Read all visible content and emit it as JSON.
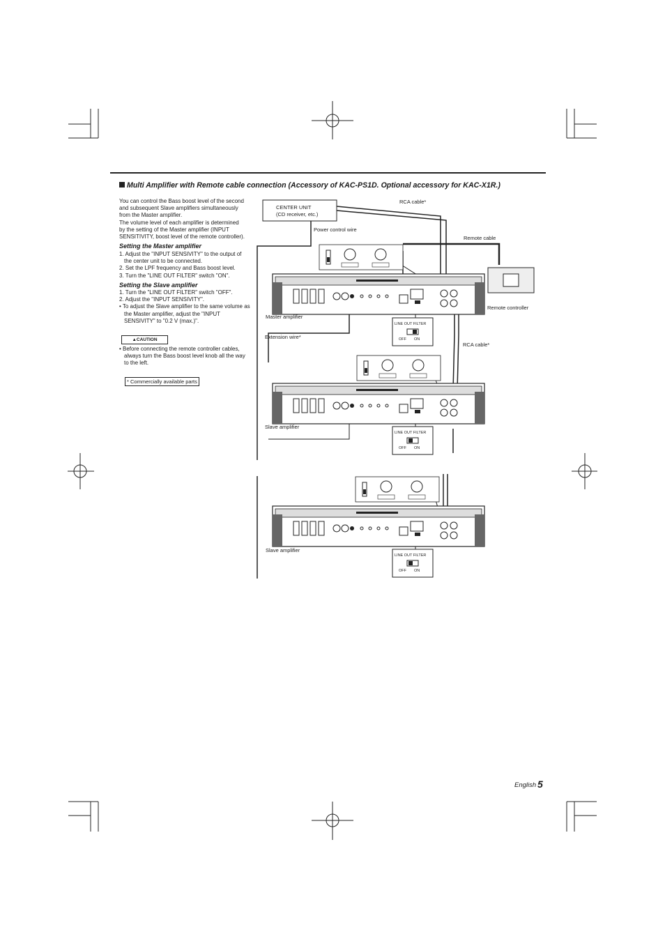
{
  "heading": "Multi Amplifier with Remote cable connection  (Accessory of KAC-PS1D.  Optional accessory for KAC-X1R.)",
  "intro_lines": [
    "You can control the Bass boost level of the second",
    "and subsequent Slave amplifiers simultaneously",
    "from the Master amplifier.",
    "The volume level of each amplifier is determined",
    "by the setting of the Master amplifier (INPUT",
    "SENSITIVITY, boost level of the remote controller)."
  ],
  "master_section": {
    "title": "Setting the Master amplifier",
    "steps": [
      "1. Adjust the \"INPUT SENSIVITY\" to the output of the center unit to be connected.",
      "2. Set the LPF frequency and Bass boost level.",
      "3. Turn the \"LINE OUT FILTER\" switch \"ON\"."
    ]
  },
  "slave_section": {
    "title": "Setting the Slave amplifier",
    "steps": [
      "1. Turn the \"LINE OUT FILTER\" switch \"OFF\".",
      "2. Adjust the \"INPUT SENSIVITY\".",
      "•  To adjust the Slave amplifier to the same volume as the Master amplifier, adjust the \"INPUT SENSIVITY\" to \"0.2 V (max.)\"."
    ]
  },
  "caution": {
    "label": "CAUTION",
    "text": "•  Before connecting the remote controller cables, always turn the Bass boost level knob all the way to the left."
  },
  "footnote": "* Commercially available parts",
  "diagram": {
    "center_unit": "CENTER UNIT",
    "center_unit_sub": "(CD receiver, etc.)",
    "rca_cable_top": "RCA cable*",
    "power_control_wire": "Power control wire",
    "remote_cable": "Remote cable",
    "remote_controller": "Remote controller",
    "master_amplifier": "Master amplifier",
    "extension_wire": "Extension wire*",
    "rca_cable_mid": "RCA cable*",
    "slave_amplifier_1": "Slave amplifier",
    "slave_amplifier_2": "Slave amplifier",
    "line_out_filter": "LINE OUT FILTER",
    "off": "OFF",
    "on": "ON"
  },
  "footer": {
    "language": "English",
    "page": "5"
  }
}
